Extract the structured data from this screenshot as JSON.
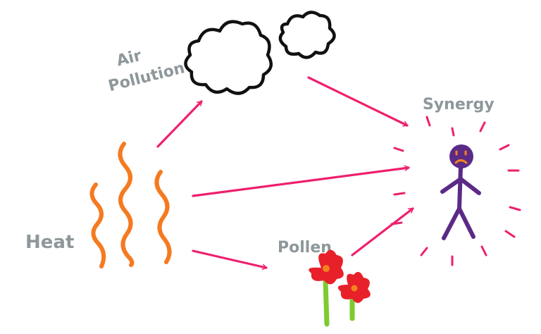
{
  "labels": {
    "air_pollution_line1": "Air",
    "air_pollution_line2": "Pollution",
    "heat": "Heat",
    "pollen": "Pollen",
    "synergy": "Synergy"
  },
  "colors": {
    "arrow": "#ee1f6e",
    "heat_wave": "#f57a20",
    "cloud_outline": "#111111",
    "petal": "#e8202a",
    "petal_center": "#f58220",
    "stem": "#7ccb2f",
    "figure": "#5b2a86",
    "face": "#f58220",
    "label": "#8e979a"
  },
  "icons": {
    "clouds": "cloud-icon",
    "heat": "heat-wave-icon",
    "flowers": "flower-icon",
    "person": "sad-stick-figure-icon"
  }
}
